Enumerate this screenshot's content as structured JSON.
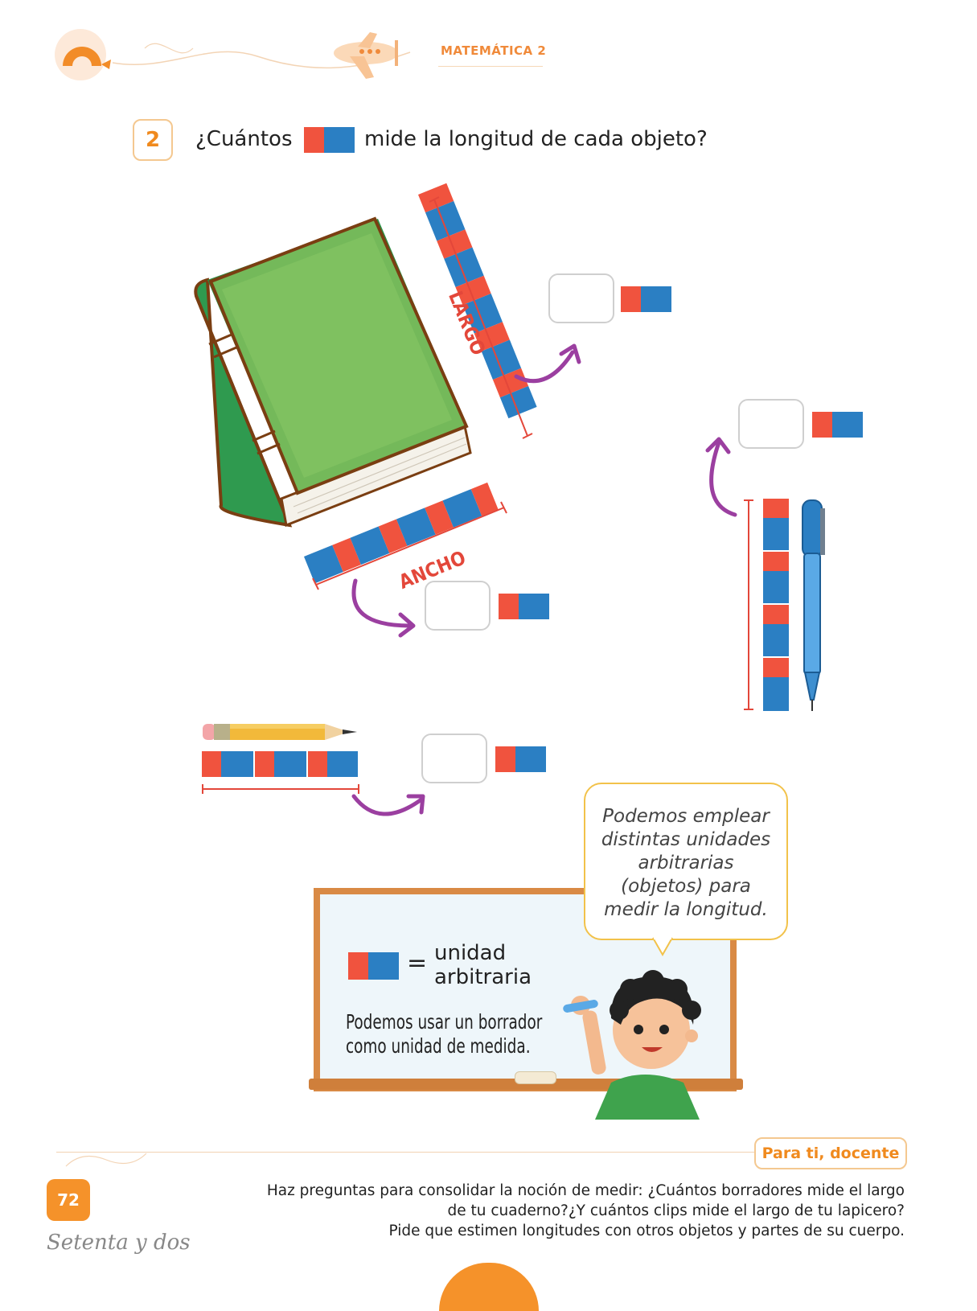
{
  "header": {
    "title": "MATEMÁTICA 2"
  },
  "question": {
    "number": "2",
    "text_before": "¿Cuántos",
    "text_after": "mide la longitud de cada objeto?"
  },
  "book": {
    "largo_label": "LARGO",
    "ancho_label": "ANCHO"
  },
  "bubble": {
    "text": "Podemos emplear distintas unidades arbitrarias (objetos) para medir la longitud."
  },
  "board": {
    "equals": "=",
    "unit_line1": "unidad",
    "unit_line2": "arbitraria",
    "note_line1": "Podemos usar un borrador",
    "note_line2": "como unidad de medida."
  },
  "footer": {
    "tag": "Para ti, docente",
    "line1": "Haz preguntas para consolidar la noción de medir: ¿Cuántos borradores mide el largo",
    "line2": "de tu cuaderno?¿Y cuántos clips mide el largo de tu lapicero?",
    "line3": "Pide que estimen longitudes con otros objetos y partes de su cuerpo.",
    "page_number": "72",
    "page_words": "Setenta y dos"
  },
  "colors": {
    "accent": "#f08a1e",
    "eraser_red": "#f0533e",
    "eraser_blue": "#2b7fc3",
    "arrow": "#9b3fa0"
  }
}
